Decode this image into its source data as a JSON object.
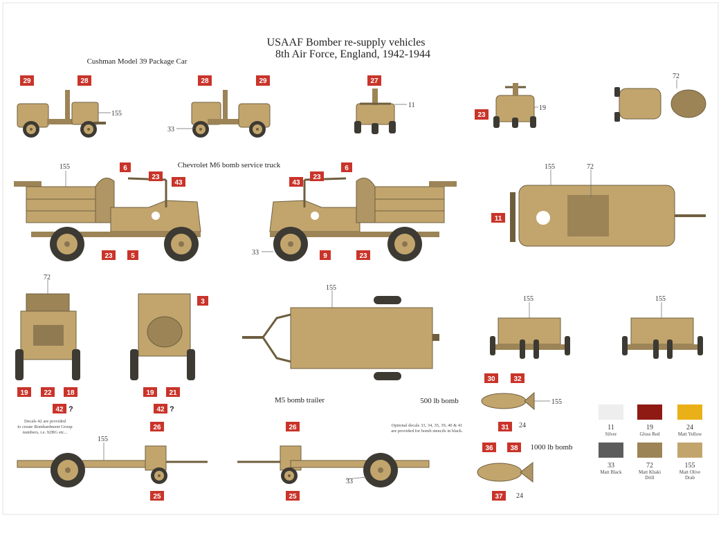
{
  "title_line1": "USAAF Bomber re-supply vehicles",
  "title_line2": "8th Air Force, England, 1942-1944",
  "labels": {
    "cushman": "Cushman Model 39 Package Car",
    "chevrolet": "Chevrolet M6 bomb service truck",
    "m5": "M5 bomb trailer",
    "bomb500": "500 lb bomb",
    "bomb1000": "1000 lb bomb"
  },
  "notes": {
    "left": [
      "Decals 42 are provided",
      "to create Bombardment Group",
      "numbers, i.e. 92BG etc..."
    ],
    "right": [
      "Optional decals 33, 34, 35, 39, 40 & 41",
      "are provided for bomb stencils in black."
    ]
  },
  "callouts": {
    "c155": "155",
    "c72": "72",
    "c33": "33",
    "c11": "11",
    "c19": "19",
    "c24": "24"
  },
  "decals": {
    "d3": "3",
    "d5": "5",
    "d6": "6",
    "d9": "9",
    "d11": "11",
    "d18": "18",
    "d19": "19",
    "d21": "21",
    "d22": "22",
    "d23": "23",
    "d25": "25",
    "d26": "26",
    "d27": "27",
    "d28": "28",
    "d29": "29",
    "d30": "30",
    "d31": "31",
    "d32": "32",
    "d36": "36",
    "d37": "37",
    "d38": "38",
    "d42": "42",
    "d43": "43",
    "question": "?"
  },
  "swatches": [
    {
      "num": "11",
      "name": [
        "Silver"
      ],
      "color": "#eeeeee"
    },
    {
      "num": "19",
      "name": [
        "Gloss Red"
      ],
      "color": "#8e1a13"
    },
    {
      "num": "24",
      "name": [
        "Matt Yellow"
      ],
      "color": "#eab018"
    },
    {
      "num": "33",
      "name": [
        "Matt Black"
      ],
      "color": "#5c5c5c"
    },
    {
      "num": "72",
      "name": [
        "Matt Khaki",
        "Drill"
      ],
      "color": "#9c8457"
    },
    {
      "num": "155",
      "name": [
        "Matt Olive",
        "Drab"
      ],
      "color": "#c2a56d"
    }
  ],
  "colors": {
    "tag": "#c9342a",
    "vehicle": "#c2a56d",
    "vehicle_dark": "#9c8457",
    "tyre": "#3d3a34",
    "line": "#555555"
  }
}
